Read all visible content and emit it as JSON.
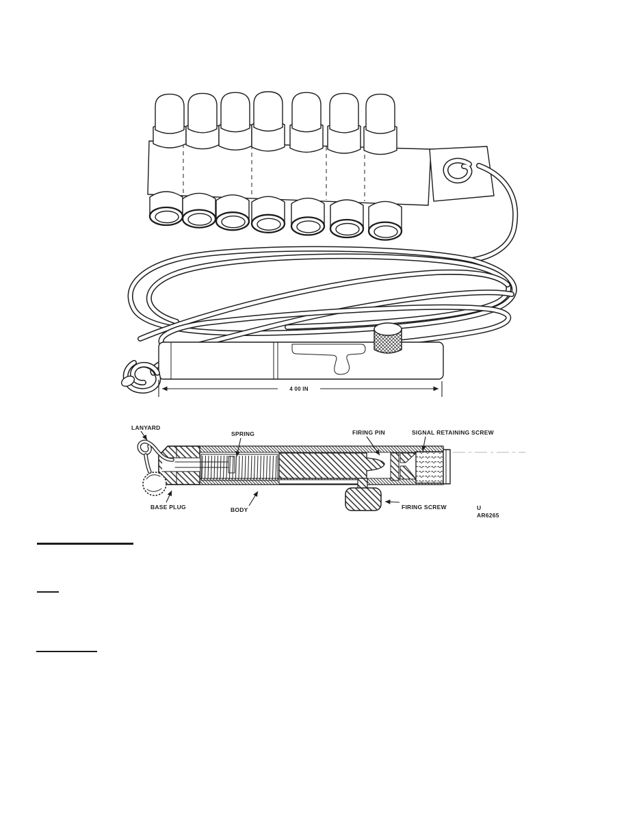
{
  "page": {
    "background_color": "#ffffff",
    "ink_color": "#1c1c1c",
    "faint_line_color": "#b4b4b4"
  },
  "upper_figure": {
    "bandoleer_flare_count": 7,
    "dimension_label": "4 00 IN"
  },
  "cutaway_figure": {
    "callouts_top": [
      {
        "id": "lanyard",
        "label": "LANYARD"
      },
      {
        "id": "spring",
        "label": "SPRING"
      },
      {
        "id": "firing-pin",
        "label": "FIRING PIN"
      },
      {
        "id": "signal-retaining-screw",
        "label": "SIGNAL RETAINING SCREW"
      }
    ],
    "callouts_bottom": [
      {
        "id": "base-plug",
        "label": "BASE PLUG"
      },
      {
        "id": "body",
        "label": "BODY"
      },
      {
        "id": "firing-screw",
        "label": "FIRING SCREW"
      }
    ],
    "figure_reference": {
      "line1": "U",
      "line2": "AR6265"
    }
  }
}
